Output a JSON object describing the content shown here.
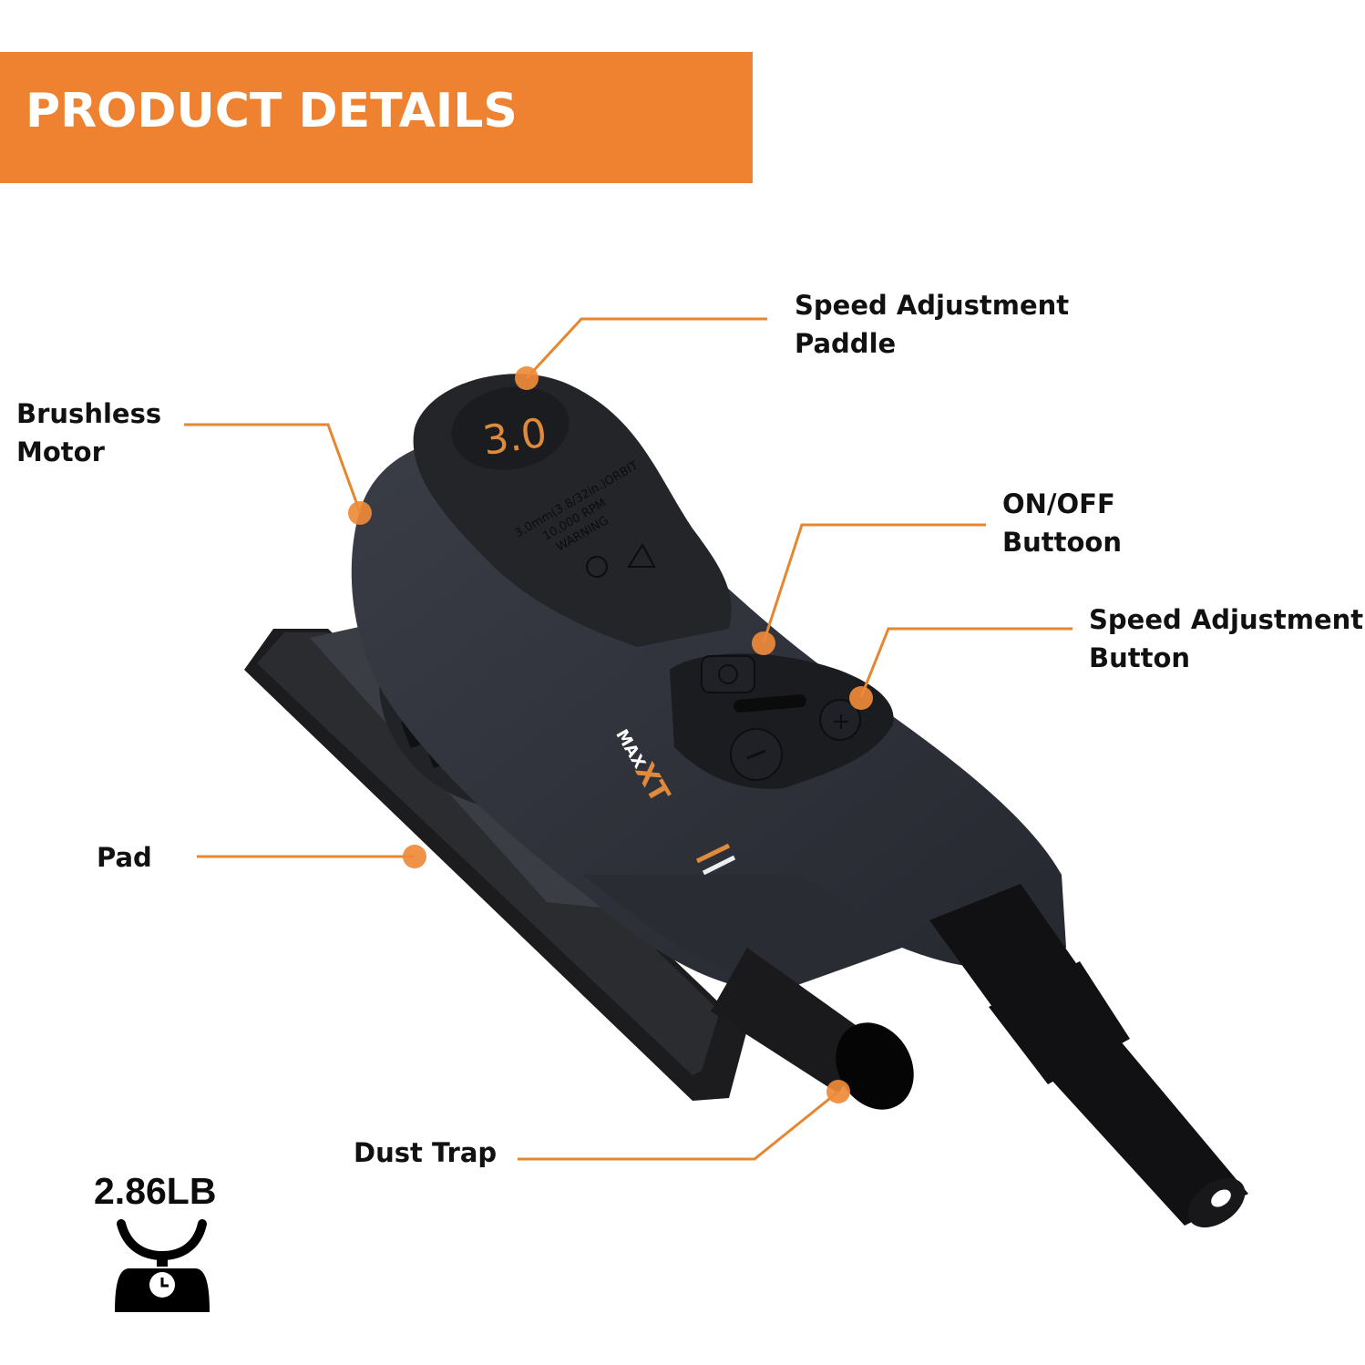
{
  "header": {
    "title": "PRODUCT DETAILS",
    "banner_color": "#ee8230"
  },
  "product": {
    "brand_logo": "MAX XT",
    "display_value": "3.0",
    "paddle_specs": [
      "3.0mm(3.8/32in.)ORBIT",
      "10,000 RPM",
      "WARNING"
    ]
  },
  "callouts": [
    {
      "id": "speed-adjustment-paddle",
      "line1": "Speed Adjustment",
      "line2": "Paddle"
    },
    {
      "id": "brushless-motor",
      "line1": "Brushless",
      "line2": "Motor"
    },
    {
      "id": "on-off-button",
      "line1": "ON/OFF",
      "line2": "Buttoon"
    },
    {
      "id": "speed-adjustment-button",
      "line1": "Speed Adjustment",
      "line2": "Button"
    },
    {
      "id": "pad",
      "line1": "Pad"
    },
    {
      "id": "dust-trap",
      "line1": "Dust Trap"
    }
  ],
  "weight": {
    "value": "2.86LB",
    "icon": "scale-icon"
  },
  "colors": {
    "accent": "#ee8230",
    "leader": "#e6862e",
    "body": "#2f323a",
    "text": "#111111"
  }
}
